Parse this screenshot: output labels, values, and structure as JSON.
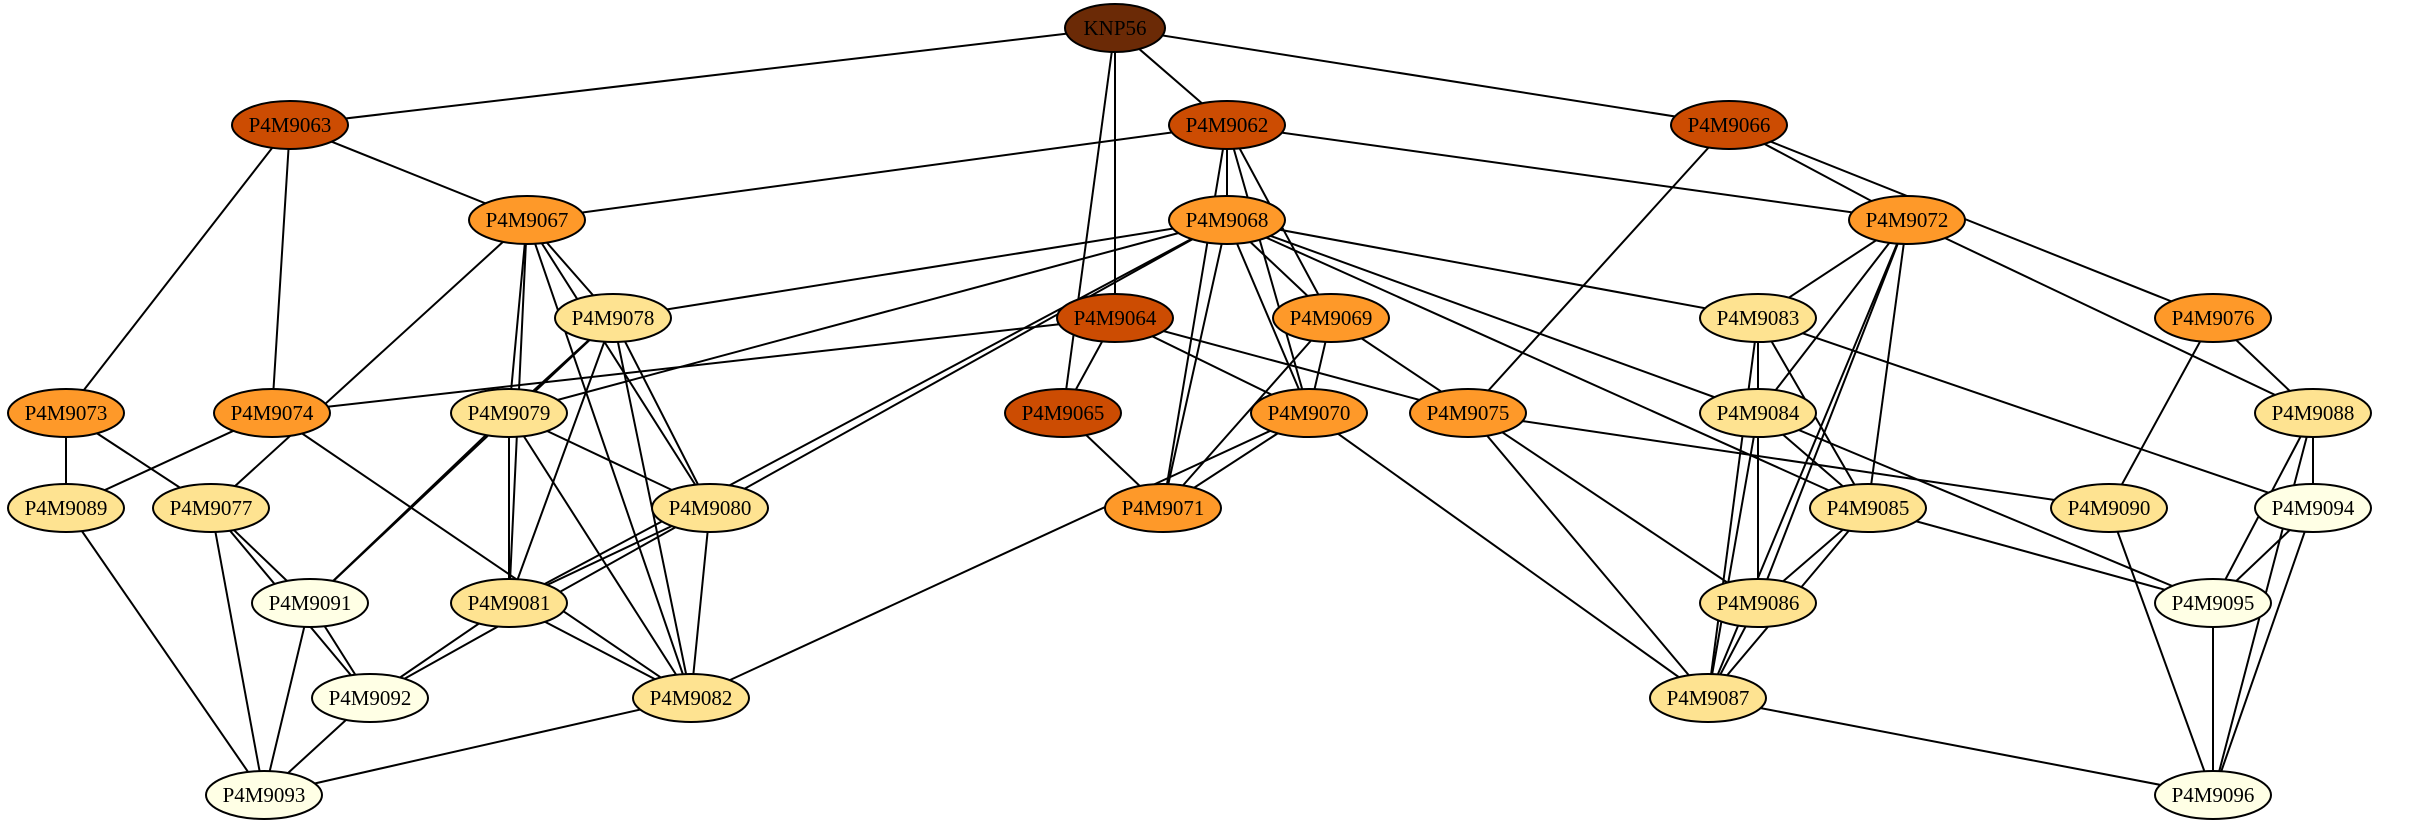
{
  "palette": {
    "dark": "#6b2a06",
    "deep": "#cc4c02",
    "orange": "#fe9929",
    "light": "#fee391",
    "pale": "#ffffe5",
    "text_dark": "#ffffff",
    "text_normal": "#000000"
  },
  "nodes": [
    {
      "id": "KNP56",
      "label": "KNP56",
      "color": "dark"
    },
    {
      "id": "P4M9062",
      "label": "P4M9062",
      "color": "deep"
    },
    {
      "id": "P4M9063",
      "label": "P4M9063",
      "color": "deep"
    },
    {
      "id": "P4M9064",
      "label": "P4M9064",
      "color": "deep"
    },
    {
      "id": "P4M9065",
      "label": "P4M9065",
      "color": "deep"
    },
    {
      "id": "P4M9066",
      "label": "P4M9066",
      "color": "deep"
    },
    {
      "id": "P4M9067",
      "label": "P4M9067",
      "color": "orange"
    },
    {
      "id": "P4M9068",
      "label": "P4M9068",
      "color": "orange"
    },
    {
      "id": "P4M9069",
      "label": "P4M9069",
      "color": "orange"
    },
    {
      "id": "P4M9070",
      "label": "P4M9070",
      "color": "orange"
    },
    {
      "id": "P4M9071",
      "label": "P4M9071",
      "color": "orange"
    },
    {
      "id": "P4M9072",
      "label": "P4M9072",
      "color": "orange"
    },
    {
      "id": "P4M9073",
      "label": "P4M9073",
      "color": "orange"
    },
    {
      "id": "P4M9074",
      "label": "P4M9074",
      "color": "orange"
    },
    {
      "id": "P4M9075",
      "label": "P4M9075",
      "color": "orange"
    },
    {
      "id": "P4M9076",
      "label": "P4M9076",
      "color": "orange"
    },
    {
      "id": "P4M9077",
      "label": "P4M9077",
      "color": "light"
    },
    {
      "id": "P4M9078",
      "label": "P4M9078",
      "color": "light"
    },
    {
      "id": "P4M9079",
      "label": "P4M9079",
      "color": "light"
    },
    {
      "id": "P4M9080",
      "label": "P4M9080",
      "color": "light"
    },
    {
      "id": "P4M9081",
      "label": "P4M9081",
      "color": "light"
    },
    {
      "id": "P4M9082",
      "label": "P4M9082",
      "color": "light"
    },
    {
      "id": "P4M9083",
      "label": "P4M9083",
      "color": "light"
    },
    {
      "id": "P4M9084",
      "label": "P4M9084",
      "color": "light"
    },
    {
      "id": "P4M9085",
      "label": "P4M9085",
      "color": "light"
    },
    {
      "id": "P4M9086",
      "label": "P4M9086",
      "color": "light"
    },
    {
      "id": "P4M9087",
      "label": "P4M9087",
      "color": "light"
    },
    {
      "id": "P4M9088",
      "label": "P4M9088",
      "color": "light"
    },
    {
      "id": "P4M9089",
      "label": "P4M9089",
      "color": "light"
    },
    {
      "id": "P4M9090",
      "label": "P4M9090",
      "color": "light"
    },
    {
      "id": "P4M9091",
      "label": "P4M9091",
      "color": "pale"
    },
    {
      "id": "P4M9092",
      "label": "P4M9092",
      "color": "pale"
    },
    {
      "id": "P4M9093",
      "label": "P4M9093",
      "color": "pale"
    },
    {
      "id": "P4M9094",
      "label": "P4M9094",
      "color": "pale"
    },
    {
      "id": "P4M9095",
      "label": "P4M9095",
      "color": "pale"
    },
    {
      "id": "P4M9096",
      "label": "P4M9096",
      "color": "pale"
    }
  ],
  "edges": [
    [
      "KNP56",
      "P4M9063"
    ],
    [
      "KNP56",
      "P4M9062"
    ],
    [
      "KNP56",
      "P4M9066"
    ],
    [
      "KNP56",
      "P4M9064"
    ],
    [
      "KNP56",
      "P4M9065"
    ],
    [
      "P4M9063",
      "P4M9067"
    ],
    [
      "P4M9063",
      "P4M9073"
    ],
    [
      "P4M9063",
      "P4M9074"
    ],
    [
      "P4M9062",
      "P4M9067"
    ],
    [
      "P4M9062",
      "P4M9068"
    ],
    [
      "P4M9062",
      "P4M9072"
    ],
    [
      "P4M9062",
      "P4M9069"
    ],
    [
      "P4M9062",
      "P4M9070"
    ],
    [
      "P4M9062",
      "P4M9071"
    ],
    [
      "P4M9066",
      "P4M9072"
    ],
    [
      "P4M9066",
      "P4M9076"
    ],
    [
      "P4M9066",
      "P4M9075"
    ],
    [
      "P4M9067",
      "P4M9078"
    ],
    [
      "P4M9067",
      "P4M9079"
    ],
    [
      "P4M9067",
      "P4M9077"
    ],
    [
      "P4M9067",
      "P4M9081"
    ],
    [
      "P4M9067",
      "P4M9080"
    ],
    [
      "P4M9067",
      "P4M9082"
    ],
    [
      "P4M9068",
      "P4M9078"
    ],
    [
      "P4M9068",
      "P4M9069"
    ],
    [
      "P4M9068",
      "P4M9070"
    ],
    [
      "P4M9068",
      "P4M9071"
    ],
    [
      "P4M9068",
      "P4M9079"
    ],
    [
      "P4M9068",
      "P4M9080"
    ],
    [
      "P4M9068",
      "P4M9081"
    ],
    [
      "P4M9068",
      "P4M9083"
    ],
    [
      "P4M9068",
      "P4M9084"
    ],
    [
      "P4M9068",
      "P4M9085"
    ],
    [
      "P4M9064",
      "P4M9065"
    ],
    [
      "P4M9064",
      "P4M9070"
    ],
    [
      "P4M9064",
      "P4M9075"
    ],
    [
      "P4M9064",
      "P4M9074"
    ],
    [
      "P4M9065",
      "P4M9071"
    ],
    [
      "P4M9069",
      "P4M9070"
    ],
    [
      "P4M9069",
      "P4M9071"
    ],
    [
      "P4M9069",
      "P4M9086"
    ],
    [
      "P4M9070",
      "P4M9071"
    ],
    [
      "P4M9070",
      "P4M9082"
    ],
    [
      "P4M9070",
      "P4M9087"
    ],
    [
      "P4M9072",
      "P4M9083"
    ],
    [
      "P4M9072",
      "P4M9084"
    ],
    [
      "P4M9072",
      "P4M9085"
    ],
    [
      "P4M9072",
      "P4M9086"
    ],
    [
      "P4M9072",
      "P4M9087"
    ],
    [
      "P4M9072",
      "P4M9088"
    ],
    [
      "P4M9073",
      "P4M9089"
    ],
    [
      "P4M9073",
      "P4M9077"
    ],
    [
      "P4M9074",
      "P4M9089"
    ],
    [
      "P4M9074",
      "P4M9082"
    ],
    [
      "P4M9075",
      "P4M9090"
    ],
    [
      "P4M9075",
      "P4M9087"
    ],
    [
      "P4M9076",
      "P4M9088"
    ],
    [
      "P4M9076",
      "P4M9090"
    ],
    [
      "P4M9077",
      "P4M9091"
    ],
    [
      "P4M9077",
      "P4M9092"
    ],
    [
      "P4M9077",
      "P4M9093"
    ],
    [
      "P4M9078",
      "P4M9079"
    ],
    [
      "P4M9078",
      "P4M9080"
    ],
    [
      "P4M9078",
      "P4M9081"
    ],
    [
      "P4M9078",
      "P4M9082"
    ],
    [
      "P4M9078",
      "P4M9091"
    ],
    [
      "P4M9079",
      "P4M9080"
    ],
    [
      "P4M9079",
      "P4M9081"
    ],
    [
      "P4M9079",
      "P4M9082"
    ],
    [
      "P4M9079",
      "P4M9091"
    ],
    [
      "P4M9080",
      "P4M9081"
    ],
    [
      "P4M9080",
      "P4M9082"
    ],
    [
      "P4M9080",
      "P4M9092"
    ],
    [
      "P4M9081",
      "P4M9082"
    ],
    [
      "P4M9081",
      "P4M9092"
    ],
    [
      "P4M9082",
      "P4M9093"
    ],
    [
      "P4M9083",
      "P4M9084"
    ],
    [
      "P4M9083",
      "P4M9085"
    ],
    [
      "P4M9083",
      "P4M9086"
    ],
    [
      "P4M9083",
      "P4M9087"
    ],
    [
      "P4M9083",
      "P4M9094"
    ],
    [
      "P4M9084",
      "P4M9085"
    ],
    [
      "P4M9084",
      "P4M9086"
    ],
    [
      "P4M9084",
      "P4M9087"
    ],
    [
      "P4M9084",
      "P4M9095"
    ],
    [
      "P4M9085",
      "P4M9086"
    ],
    [
      "P4M9085",
      "P4M9087"
    ],
    [
      "P4M9085",
      "P4M9095"
    ],
    [
      "P4M9086",
      "P4M9087"
    ],
    [
      "P4M9087",
      "P4M9096"
    ],
    [
      "P4M9088",
      "P4M9094"
    ],
    [
      "P4M9088",
      "P4M9095"
    ],
    [
      "P4M9088",
      "P4M9096"
    ],
    [
      "P4M9089",
      "P4M9093"
    ],
    [
      "P4M9090",
      "P4M9096"
    ],
    [
      "P4M9091",
      "P4M9092"
    ],
    [
      "P4M9091",
      "P4M9093"
    ],
    [
      "P4M9092",
      "P4M9093"
    ],
    [
      "P4M9094",
      "P4M9095"
    ],
    [
      "P4M9094",
      "P4M9096"
    ],
    [
      "P4M9095",
      "P4M9096"
    ]
  ]
}
